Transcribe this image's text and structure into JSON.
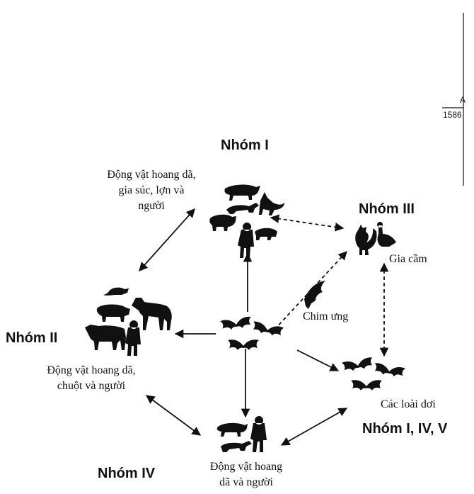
{
  "groups": {
    "g1": {
      "title": "Nhóm I",
      "desc_line1": "Động vật hoang dã,",
      "desc_line2": "gia súc, lợn và",
      "desc_line3": "người"
    },
    "g2": {
      "title": "Nhóm II",
      "desc_line1": "Động vật hoang dã,",
      "desc_line2": "chuột và người"
    },
    "g3": {
      "title": "Nhóm III",
      "desc": "Gia cầm"
    },
    "g4": {
      "title": "Nhóm IV",
      "desc_line1": "Động vật hoang",
      "desc_line2": "dã và người"
    },
    "bats": {
      "title": "Nhóm I, IV, V",
      "desc": "Các loài dơi"
    }
  },
  "eagle_label": "Chim ưng",
  "corner_table": {
    "header": "A",
    "value": "1586"
  },
  "colors": {
    "ink": "#111111",
    "background": "#ffffff"
  }
}
